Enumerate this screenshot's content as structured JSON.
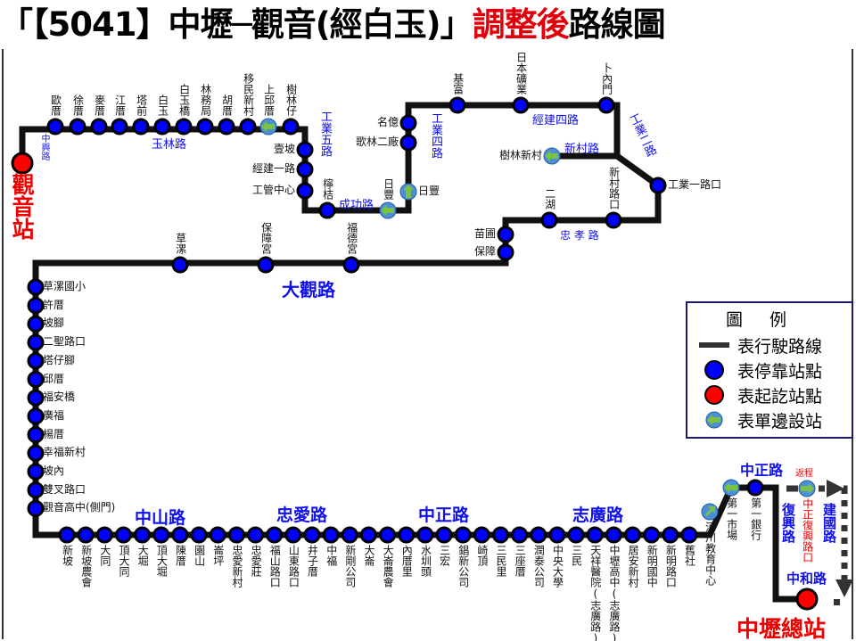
{
  "title": {
    "prefix": "「【5041】中壢─觀音(經白玉)」",
    "highlight": "調整後",
    "suffix": "路線圖"
  },
  "terminals": {
    "start": "觀音站",
    "end": "中壢總站"
  },
  "colors": {
    "route_line": "#111111",
    "stop": "#0000ff",
    "terminal": "#ff0000",
    "side_stop": "#4a90d9",
    "side_arrow": "#7cc242",
    "road_label": "#1010ee",
    "accent_red": "#e0000a"
  },
  "roads": {
    "zhongxing": "中興路",
    "yulin": "玉林路",
    "gongye5": "工業五路",
    "chenggong": "成功路",
    "gongye4": "工業四路",
    "jingjian4": "經建四路",
    "xincun": "新村路",
    "gongye2": "工業二路",
    "zhongxiao": "忠 孝 路",
    "daguan": "大觀路",
    "zhongshan": "中山路",
    "zhongai": "忠愛路",
    "zhongzheng": "中正路",
    "zhiguang": "志廣路",
    "zhongzheng2": "中正路",
    "fuxing": "復興路",
    "jianguo": "建國路",
    "zhonghe": "中和路",
    "return_trip": "返程"
  },
  "stations": [
    {
      "name": "歐厝",
      "type": "stop"
    },
    {
      "name": "徐厝",
      "type": "stop"
    },
    {
      "name": "麥厝",
      "type": "stop"
    },
    {
      "name": "江厝",
      "type": "stop"
    },
    {
      "name": "塔前",
      "type": "stop"
    },
    {
      "name": "白玉",
      "type": "stop"
    },
    {
      "name": "白玉橋",
      "type": "stop"
    },
    {
      "name": "林務局",
      "type": "stop"
    },
    {
      "name": "胡厝",
      "type": "stop"
    },
    {
      "name": "移民新村",
      "type": "stop"
    },
    {
      "name": "上邱厝",
      "type": "side",
      "arrow": "arrow-left"
    },
    {
      "name": "樹林仔",
      "type": "stop"
    },
    {
      "name": "壹坡",
      "type": "stop"
    },
    {
      "name": "經建一路",
      "type": "stop"
    },
    {
      "name": "工管中心",
      "type": "stop"
    },
    {
      "name": "檸桔",
      "type": "stop"
    },
    {
      "name": "日豐",
      "type": "side",
      "arrow": "arrow-left"
    },
    {
      "name": "日豐",
      "type": "side",
      "arrow": "arrow-up"
    },
    {
      "name": "歌林二廠",
      "type": "stop"
    },
    {
      "name": "名億",
      "type": "stop"
    },
    {
      "name": "基富",
      "type": "stop"
    },
    {
      "name": "日本礦業",
      "type": "stop"
    },
    {
      "name": "卜內門",
      "type": "stop"
    },
    {
      "name": "樹林新村",
      "type": "side",
      "arrow": "arrow-left"
    },
    {
      "name": "工業一路口",
      "type": "stop"
    },
    {
      "name": "新村路口",
      "type": "stop"
    },
    {
      "name": "二湖",
      "type": "stop"
    },
    {
      "name": "苗圃",
      "type": "stop"
    },
    {
      "name": "保障",
      "type": "stop"
    },
    {
      "name": "福德宮",
      "type": "stop"
    },
    {
      "name": "保障宮",
      "type": "stop"
    },
    {
      "name": "草漯",
      "type": "stop"
    },
    {
      "name": "草漯國小",
      "type": "stop"
    },
    {
      "name": "許厝",
      "type": "stop"
    },
    {
      "name": "坡腳",
      "type": "stop"
    },
    {
      "name": "二聖路口",
      "type": "stop"
    },
    {
      "name": "塔仔腳",
      "type": "stop"
    },
    {
      "name": "邱厝",
      "type": "stop"
    },
    {
      "name": "福安橋",
      "type": "stop"
    },
    {
      "name": "廣福",
      "type": "stop"
    },
    {
      "name": "楊厝",
      "type": "stop"
    },
    {
      "name": "幸福新村",
      "type": "stop"
    },
    {
      "name": "坡內",
      "type": "stop"
    },
    {
      "name": "雙叉路口",
      "type": "stop"
    },
    {
      "name": "觀音高中(側門)",
      "type": "stop"
    },
    {
      "name": "新坡",
      "type": "stop"
    },
    {
      "name": "新坡農會",
      "type": "stop"
    },
    {
      "name": "大同",
      "type": "stop"
    },
    {
      "name": "頂大同",
      "type": "stop"
    },
    {
      "name": "大堀",
      "type": "stop"
    },
    {
      "name": "頂大堀",
      "type": "stop"
    },
    {
      "name": "陳厝",
      "type": "stop"
    },
    {
      "name": "園山",
      "type": "stop"
    },
    {
      "name": "崙坪",
      "type": "stop"
    },
    {
      "name": "忠愛新村",
      "type": "stop"
    },
    {
      "name": "忠愛莊",
      "type": "stop"
    },
    {
      "name": "福山路口",
      "type": "stop"
    },
    {
      "name": "山東路口",
      "type": "stop"
    },
    {
      "name": "井子厝",
      "type": "stop"
    },
    {
      "name": "中福",
      "type": "stop"
    },
    {
      "name": "新剛公司",
      "type": "stop"
    },
    {
      "name": "大崙",
      "type": "stop"
    },
    {
      "name": "大崙農會",
      "type": "stop"
    },
    {
      "name": "內厝里",
      "type": "stop"
    },
    {
      "name": "水圳頭",
      "type": "stop"
    },
    {
      "name": "三宏",
      "type": "stop"
    },
    {
      "name": "錩新公司",
      "type": "stop"
    },
    {
      "name": "崎頂",
      "type": "stop"
    },
    {
      "name": "三民里",
      "type": "stop"
    },
    {
      "name": "三座厝",
      "type": "stop"
    },
    {
      "name": "潤泰公司",
      "type": "stop"
    },
    {
      "name": "中央大學",
      "type": "stop"
    },
    {
      "name": "三民",
      "type": "stop"
    },
    {
      "name": "天祥醫院(志廣路)",
      "type": "stop"
    },
    {
      "name": "中壢高中(志廣路)",
      "type": "stop"
    },
    {
      "name": "居安新村",
      "type": "stop"
    },
    {
      "name": "新明國中",
      "type": "stop"
    },
    {
      "name": "新明路口",
      "type": "stop"
    },
    {
      "name": "舊社",
      "type": "stop"
    },
    {
      "name": "河川教育中心",
      "type": "side",
      "arrow": "arrow-up-right"
    },
    {
      "name": "第一市場",
      "type": "side",
      "arrow": "arrow-left"
    },
    {
      "name": "第一銀行",
      "type": "stop"
    },
    {
      "name": "中正復興路口",
      "type": "side",
      "arrow": "arrow-right"
    }
  ],
  "legend": {
    "title": "圖例",
    "items": [
      {
        "icon": "route-line-icon",
        "label": "表行駛路線"
      },
      {
        "icon": "stop-dot-icon",
        "label": "表停靠站點"
      },
      {
        "icon": "terminal-dot-icon",
        "label": "表起訖站點"
      },
      {
        "icon": "side-stop-icon",
        "label": "表單邊設站"
      }
    ]
  }
}
